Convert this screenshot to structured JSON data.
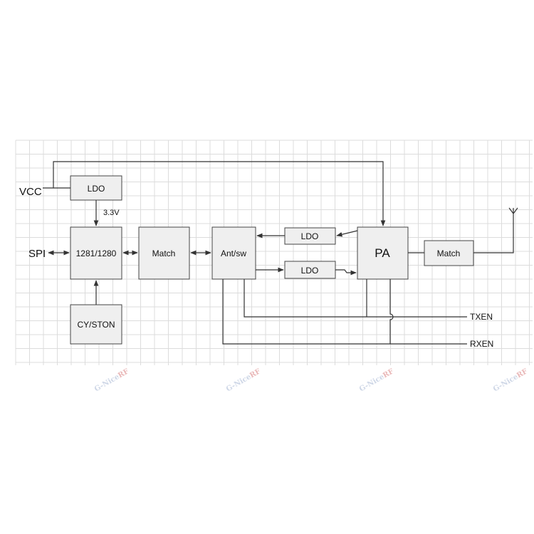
{
  "blocks": {
    "ldo_top": "LDO",
    "mcu": "1281/1280",
    "match_left": "Match",
    "ant_sw": "Ant/sw",
    "ldo_upper": "LDO",
    "ldo_lower": "LDO",
    "pa": "PA",
    "match_right": "Match",
    "cy_ston": "CY/STON"
  },
  "signals": {
    "vcc": "VCC",
    "v33": "3.3V",
    "spi": "SPI",
    "txen": "TXEN",
    "rxen": "RXEN"
  },
  "watermark": {
    "brand_prefix": "G-Nice",
    "brand_suffix": "RF"
  },
  "colors": {
    "grid": "#dcdcdc",
    "box_fill": "#efefef",
    "box_stroke": "#444444",
    "wire": "#333333"
  }
}
